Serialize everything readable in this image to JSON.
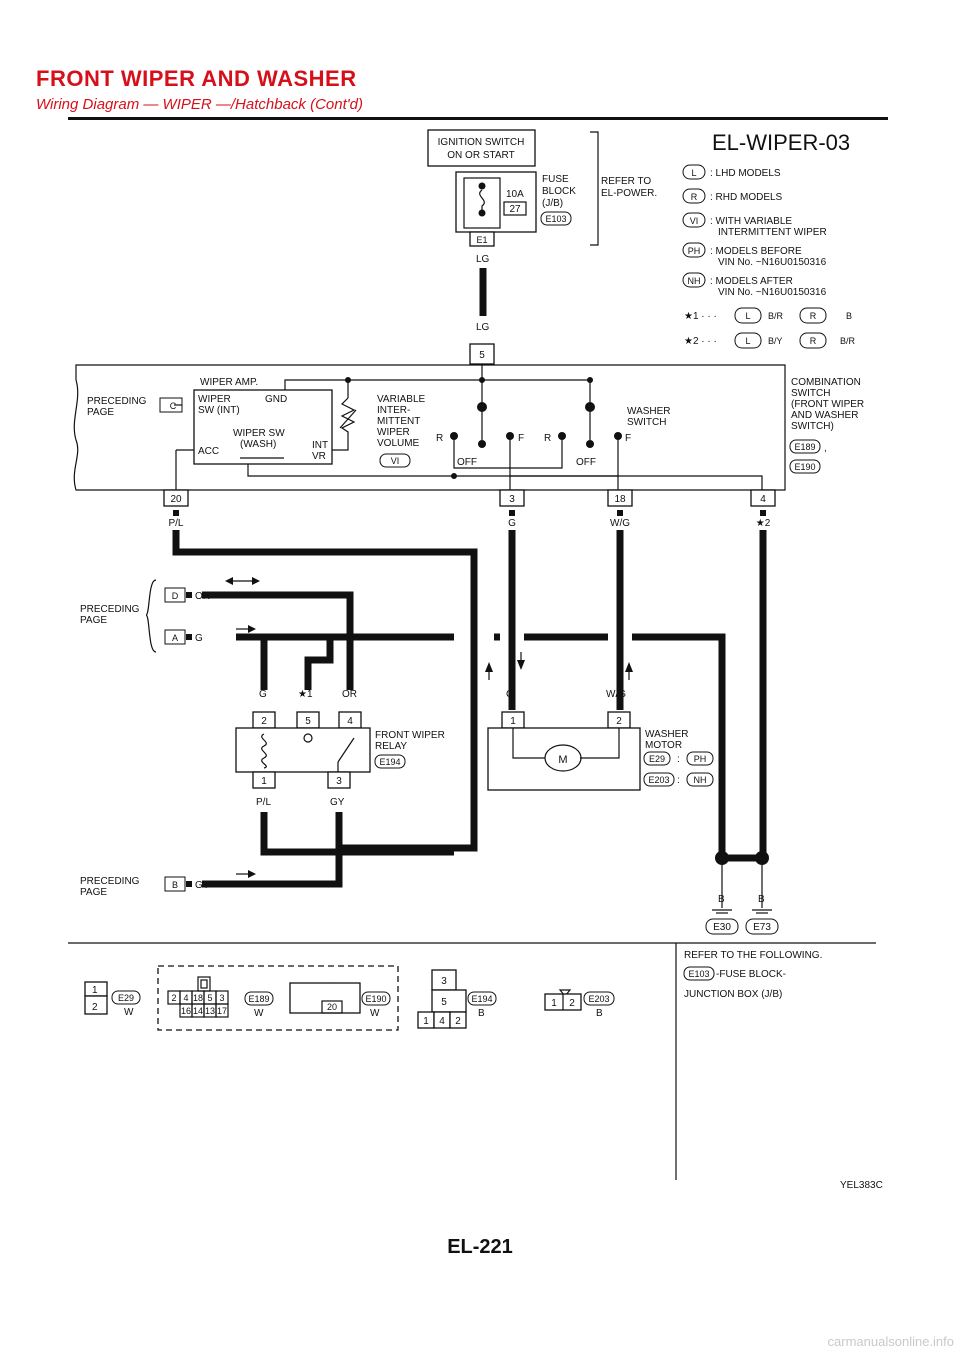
{
  "header": {
    "title": "FRONT WIPER AND WASHER",
    "subtitle": "Wiring Diagram — WIPER —/Hatchback (Cont'd)"
  },
  "diagram": {
    "code": "EL-WIPER-03",
    "ignition_line1": "IGNITION SWITCH",
    "ignition_line2": "ON OR START",
    "fuse_rating": "10A",
    "fuse_no": "27",
    "fuse_block_line1": "FUSE",
    "fuse_block_line2": "BLOCK",
    "fuse_block_line3": "(J/B)",
    "fuse_conn": "E103",
    "e1": "E1",
    "refer_line1": "REFER TO",
    "refer_line2": "EL-POWER.",
    "legend": [
      {
        "tag": "L",
        "line1": ": LHD MODELS",
        "line2": ""
      },
      {
        "tag": "R",
        "line1": ": RHD MODELS",
        "line2": ""
      },
      {
        "tag": "VI",
        "line1": ": WITH VARIABLE",
        "line2": "INTERMITTENT WIPER"
      },
      {
        "tag": "PH",
        "line1": ": MODELS BEFORE",
        "line2": "VIN No. ~N16U0150316"
      },
      {
        "tag": "NH",
        "line1": ": MODELS AFTER",
        "line2": "VIN No. ~N16U0150316"
      }
    ],
    "star1": {
      "mark": "★1 · · ·",
      "l": "L",
      "lc": "B/R",
      "r": "R",
      "rc": "B"
    },
    "star2": {
      "mark": "★2 · · ·",
      "l": "L",
      "lc": "B/Y",
      "r": "R",
      "rc": "B/R"
    },
    "wire_lg": "LG",
    "pin5": "5",
    "combo": {
      "preceding1": "PRECEDING",
      "preceding2": "PAGE",
      "c": "C",
      "amp": "WIPER AMP.",
      "wiper_sw1": "WIPER",
      "wiper_sw2": "SW (INT)",
      "gnd": "GND",
      "acc": "ACC",
      "wash1": "WIPER SW",
      "wash2": "(WASH)",
      "int": "INT",
      "vr": "VR",
      "var1": "VARIABLE",
      "var2": "INTER-",
      "var3": "MITTENT",
      "var4": "WIPER",
      "var5": "VOLUME",
      "vi": "VI",
      "r1": "R",
      "off1": "OFF",
      "f1": "F",
      "r2": "R",
      "off2": "OFF",
      "f2": "F",
      "washer_sw1": "WASHER",
      "washer_sw2": "SWITCH",
      "name1": "COMBINATION",
      "name2": "SWITCH",
      "name3": "(FRONT WIPER",
      "name4": "AND WASHER",
      "name5": "SWITCH)",
      "conn1": "E189",
      "conn2": "E190",
      "comma": ","
    },
    "pins_bottom": [
      {
        "pin": "20",
        "wire": "P/L"
      },
      {
        "pin": "3",
        "wire": "G"
      },
      {
        "pin": "18",
        "wire": "W/G"
      },
      {
        "pin": "4",
        "wire": "★2"
      }
    ],
    "prec_mid": {
      "line1": "PRECEDING",
      "line2": "PAGE",
      "d": "D",
      "d_wire": "OR",
      "a": "A",
      "a_wire": "G"
    },
    "relay": {
      "wire_g": "G",
      "wire_s1": "★1",
      "wire_or": "OR",
      "pin2": "2",
      "pin5": "5",
      "pin4": "4",
      "pin1": "1",
      "pin3": "3",
      "name1": "FRONT WIPER",
      "name2": "RELAY",
      "conn": "E194",
      "wire_pl": "P/L",
      "wire_gy": "GY"
    },
    "washer": {
      "wire_g": "G",
      "wire_wg": "W/G",
      "pin1": "1",
      "pin2": "2",
      "motor": "M",
      "name1": "WASHER",
      "name2": "MOTOR",
      "conn1": "E29",
      "cond1": "PH",
      "conn2": "E203",
      "cond2": "NH",
      "colon": ":"
    },
    "prec_bottom": {
      "line1": "PRECEDING",
      "line2": "PAGE",
      "b": "B",
      "b_wire": "GY"
    },
    "grounds": [
      {
        "wire": "B",
        "conn": "E30"
      },
      {
        "wire": "B",
        "conn": "E73"
      }
    ]
  },
  "connectors": {
    "e29": {
      "pins": [
        "1",
        "2"
      ],
      "id": "E29",
      "color": "W"
    },
    "e189": {
      "row1": [
        "2",
        "4",
        "18",
        "5",
        "3"
      ],
      "row2": [
        "16",
        "14",
        "13",
        "17"
      ],
      "id": "E189",
      "color": "W"
    },
    "e190": {
      "pins": [
        "20"
      ],
      "id": "E190",
      "color": "W"
    },
    "e194": {
      "top": "3",
      "mid": "5",
      "bottom": [
        "1",
        "4",
        "2"
      ],
      "id": "E194",
      "color": "B"
    },
    "e203": {
      "pins": [
        "1",
        "2"
      ],
      "id": "E203",
      "color": "B"
    },
    "refer_title": "REFER TO THE FOLLOWING.",
    "refer_conn": "E103",
    "refer_line1": "-FUSE BLOCK-",
    "refer_line2": "JUNCTION BOX (J/B)"
  },
  "figure_code": "YEL383C",
  "page_number": "EL-221",
  "watermark": "carmanualsonline.info"
}
